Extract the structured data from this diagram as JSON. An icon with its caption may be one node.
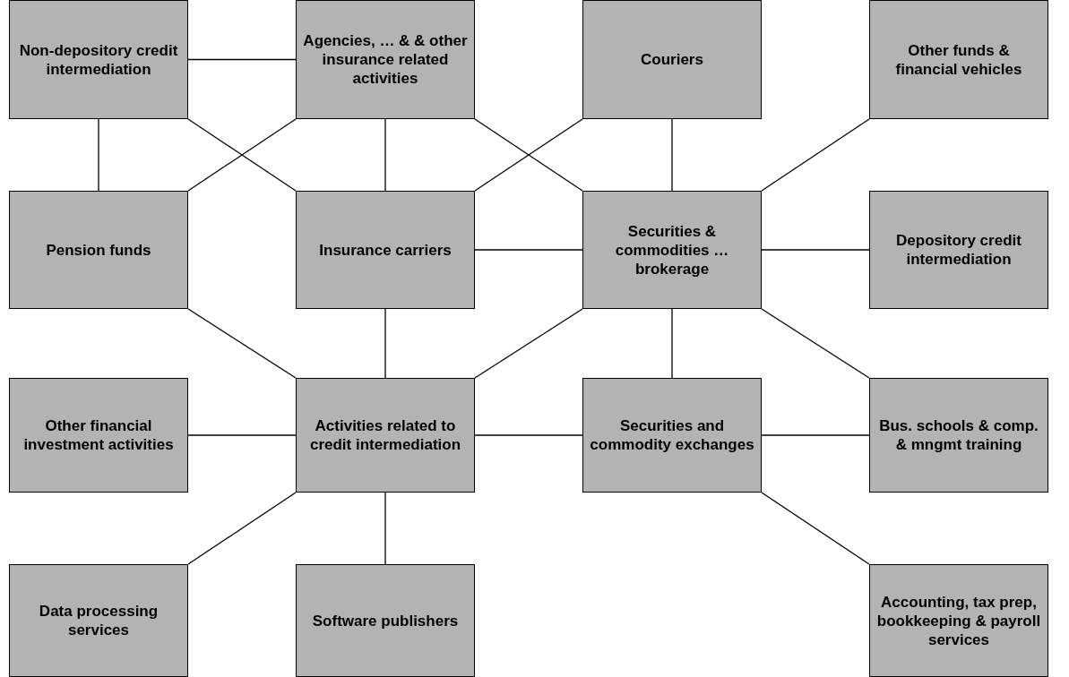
{
  "diagram": {
    "nodes": [
      {
        "text": [
          "Non-depository credit intermediation"
        ]
      },
      {
        "text": [
          "Agencies, … & & other insurance related activities"
        ]
      },
      {
        "text": [
          "Couriers"
        ]
      },
      {
        "text": [
          "Other funds & financial vehicles"
        ]
      },
      {
        "text": [
          "Pension funds"
        ]
      },
      {
        "text": [
          "Insurance carriers"
        ]
      },
      {
        "text": [
          "Securities & commodities … brokerage"
        ]
      },
      {
        "text": [
          "Depository credit intermediation"
        ]
      },
      {
        "text": [
          "Other financial investment activities"
        ]
      },
      {
        "text": [
          "Activities related to credit intermediation"
        ]
      },
      {
        "text": [
          "Securities and commodity exchanges"
        ]
      },
      {
        "text": [
          "Bus. schools & comp. & mngmt training"
        ]
      },
      {
        "text": [
          "Data processing services"
        ]
      },
      {
        "text": [
          "Software publishers"
        ]
      },
      {
        "text": [
          "Accounting, tax prep, bookkeeping & payroll services"
        ]
      }
    ],
    "edges": [
      {
        "from": 0,
        "to": 1,
        "arrow": "none"
      },
      {
        "from": 0,
        "to": 4,
        "arrow": "none"
      },
      {
        "from": 0,
        "to": 5,
        "arrow": "none"
      },
      {
        "from": 1,
        "to": 4,
        "arrow": "none"
      },
      {
        "from": 1,
        "to": 5,
        "arrow": "none"
      },
      {
        "from": 1,
        "to": 6,
        "arrow": "none"
      },
      {
        "from": 2,
        "to": 5,
        "arrow": "none"
      },
      {
        "from": 2,
        "to": 6,
        "arrow": "none"
      },
      {
        "from": 3,
        "to": 6,
        "arrow": "none"
      },
      {
        "from": 5,
        "to": 6,
        "arrow": "none"
      },
      {
        "from": 6,
        "to": 7,
        "arrow": "none"
      },
      {
        "from": 4,
        "to": 9,
        "arrow": "none"
      },
      {
        "from": 5,
        "to": 9,
        "arrow": "none"
      },
      {
        "from": 6,
        "to": 9,
        "arrow": "none"
      },
      {
        "from": 6,
        "to": 10,
        "arrow": "none"
      },
      {
        "from": 6,
        "to": 11,
        "arrow": "none"
      },
      {
        "from": 8,
        "to": 9,
        "arrow": "none"
      },
      {
        "from": 9,
        "to": 10,
        "arrow": "none"
      },
      {
        "from": 10,
        "to": 11,
        "arrow": "none"
      },
      {
        "from": 9,
        "to": 12,
        "arrow": "none"
      },
      {
        "from": 9,
        "to": 13,
        "arrow": "none"
      },
      {
        "from": 10,
        "to": 14,
        "arrow": "none"
      }
    ]
  }
}
